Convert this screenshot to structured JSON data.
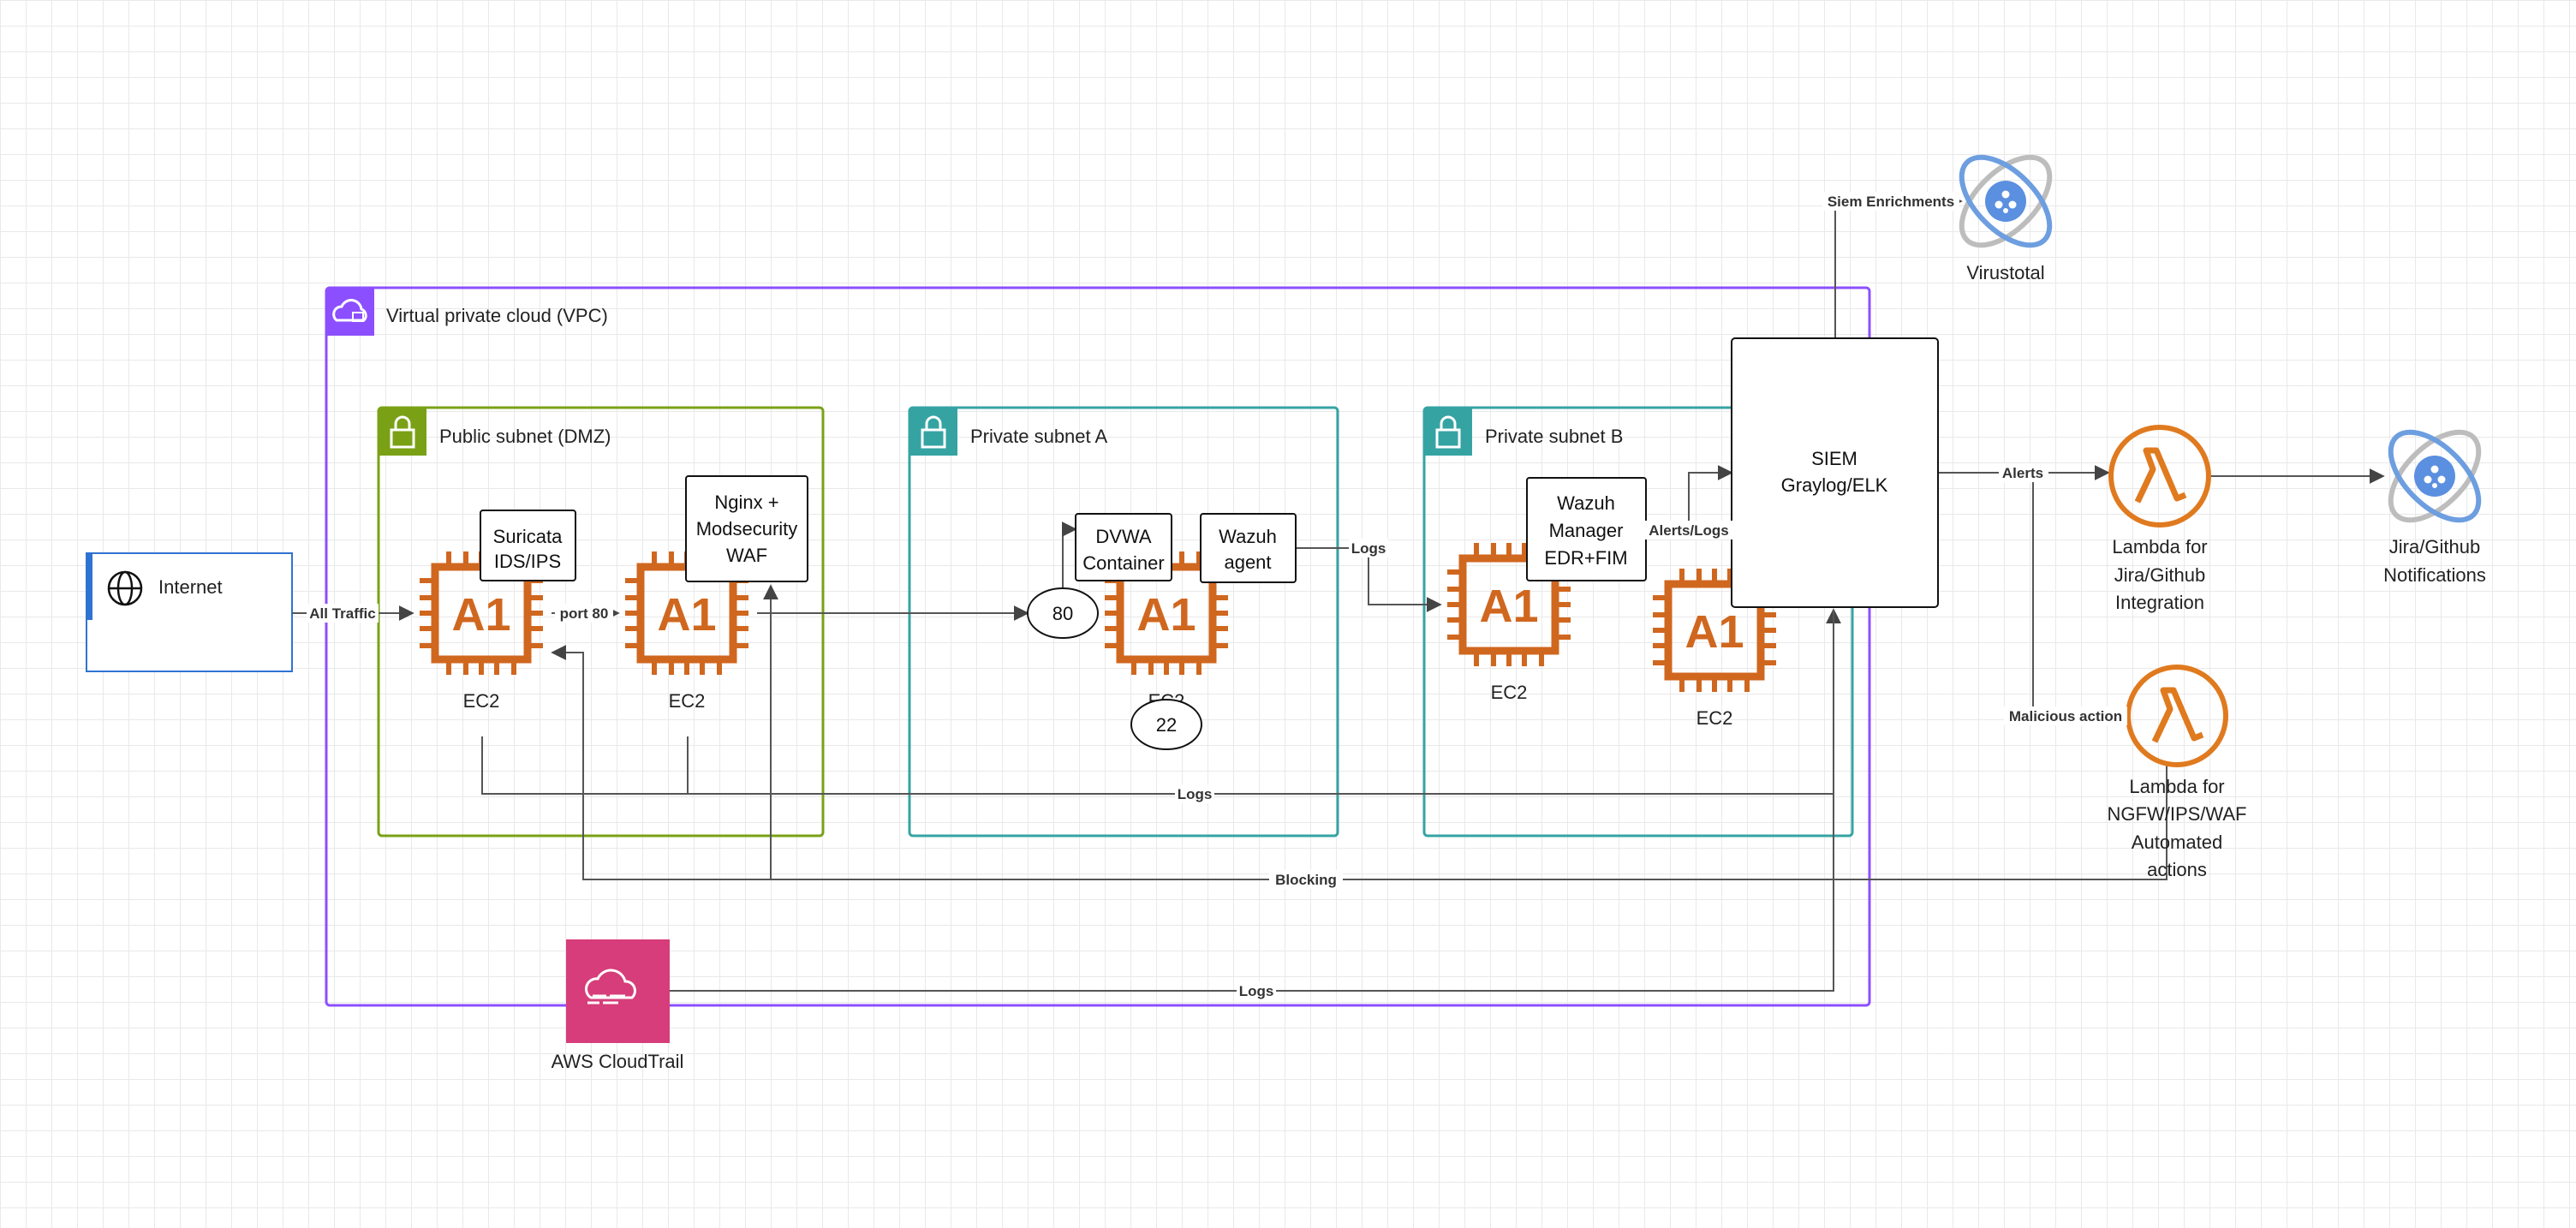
{
  "colors": {
    "vpc": "#8c4fff",
    "public_subnet": "#7aa116",
    "private_subnet": "#36a3a3",
    "compute": "#d0671f",
    "cloudtrail": "#d63d7a",
    "lambda": "#e07a1f",
    "internet": "#2f73d2"
  },
  "vpc": {
    "label": "Virtual private cloud (VPC)",
    "icon": "cloud-lock-icon"
  },
  "internet": {
    "label": "Internet",
    "icon": "globe-icon"
  },
  "public_subnet": {
    "label": "Public subnet (DMZ)",
    "icon": "lock-icon",
    "ec2_ids": {
      "label": "EC2",
      "chip": "A1",
      "tag": [
        "Suricata",
        "IDS/IPS"
      ]
    },
    "ec2_waf": {
      "label": "EC2",
      "chip": "A1",
      "tag": [
        "Nginx +",
        "Modsecurity",
        "WAF"
      ]
    }
  },
  "private_subnet_a": {
    "label": "Private subnet A",
    "icon": "lock-icon",
    "ec2": {
      "label": "EC2",
      "chip": "A1"
    },
    "dvwa": [
      "DVWA",
      "Container"
    ],
    "wazuh_agent": [
      "Wazuh",
      "agent"
    ],
    "port_80": "80",
    "port_22": "22"
  },
  "private_subnet_b": {
    "label": "Private subnet B",
    "icon": "lock-icon",
    "ec2_manager": {
      "label": "EC2",
      "chip": "A1"
    },
    "ec2_siem": {
      "label": "EC2",
      "chip": "A1"
    },
    "wazuh_manager": [
      "Wazuh",
      "Manager",
      "EDR+FIM"
    ]
  },
  "siem": [
    "SIEM",
    "Graylog/ELK"
  ],
  "cloudtrail": {
    "label": "AWS CloudTrail",
    "icon": "cloudtrail-icon"
  },
  "virustotal": {
    "label": "Virustotal",
    "icon": "api-orbit-icon"
  },
  "lambda_jira": {
    "label": [
      "Lambda for",
      "Jira/Github",
      "Integration"
    ],
    "icon": "lambda-icon"
  },
  "lambda_ngfw": {
    "label": [
      "Lambda for",
      "NGFW/IPS/WAF",
      "Automated",
      "actions"
    ],
    "icon": "lambda-icon"
  },
  "notifications": {
    "label": [
      "Jira/Github",
      "Notifications"
    ],
    "icon": "api-orbit-icon"
  },
  "edges": {
    "all_traffic": "All Traffic",
    "port_80": "port 80",
    "logs_agent": "Logs",
    "alerts_logs": "Alerts/Logs",
    "logs_subnets": "Logs",
    "blocking": "Blocking",
    "logs_cloudtrail": "Logs",
    "siem_enrichments": "Siem Enrichments",
    "alerts": "Alerts",
    "malicious_action": "Malicious action"
  }
}
